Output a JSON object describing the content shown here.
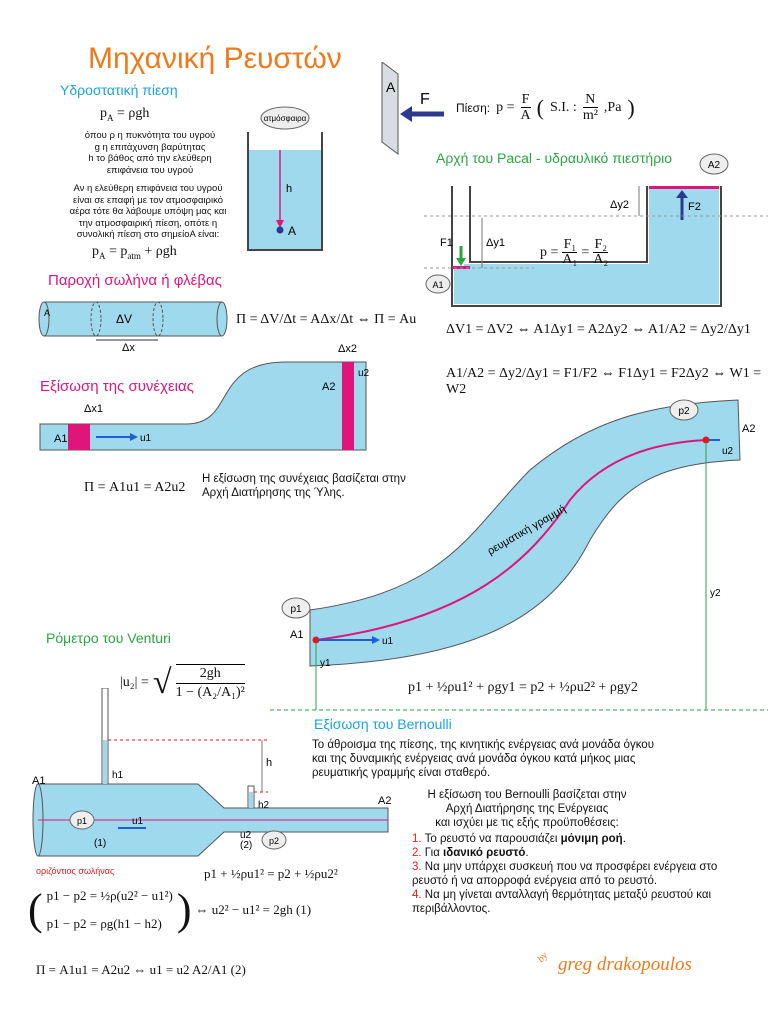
{
  "title": "Μηχανική Ρευστών",
  "hydrostatic": {
    "heading": "Υδροστατική πίεση",
    "formula1": "pA = ρgh",
    "desc1": [
      "όπου ρ η πυκνότητα του υγρού",
      "g η επιτάχυνση βαρύτητας",
      "h το βάθος από την ελεύθερη",
      "επιφάνεια του υγρού"
    ],
    "desc2": [
      "Αν η ελεύθερη επιφάνεια του υγρού",
      "είναι σε επαφή με τον ατμοσφαιρικό",
      "αέρα τότε θα λάβουμε υπόψη μας και",
      "την ατμοσφαιρική πίεση, οπότε η",
      "συνολική πίεση στο σημείοΑ είναι:"
    ],
    "formula2": "pA = patm + ρgh",
    "cloud_label": "ατμόσφαιρα",
    "h_label": "h",
    "point_label": "A"
  },
  "pressure": {
    "plate_label": "A",
    "force_label": "F",
    "formula": "Πίεση: p = F / A   (S.I.: N/m², Pa)"
  },
  "pascal": {
    "heading": "Αρχή του Pacal - υδραυλικό πιεστήριο",
    "labels": {
      "a1": "A1",
      "a2": "A2",
      "f1": "F1",
      "f2": "F2",
      "dy1": "Δy1",
      "dy2": "Δy2"
    },
    "formula_p": "p = F1/A1 = F2/A2",
    "formula_v": "ΔV1 = ΔV2 ⇔ A1Δy1 = A2Δy2 ⇔ A1/A2 = Δy2/Δy1",
    "formula_w": "A1/A2 = Δy2/Δy1 = F1/F2 ⇔ F1Δy1 = F2Δy2 ⇔ W1 = W2"
  },
  "flow": {
    "heading": "Παροχή σωλήνα ή φλέβας",
    "labels": {
      "a": "A",
      "dv": "ΔV",
      "dx": "Δx"
    },
    "formula": "Π = ΔV/Δt = AΔx/Δt ⇔ Π = Au"
  },
  "continuity": {
    "heading": "Εξίσωση της συνέχειας",
    "labels": {
      "dx1": "Δx1",
      "dx2": "Δx2",
      "a1": "A1",
      "a2": "A2",
      "u1": "u1",
      "u2": "u2"
    },
    "formula": "Π = A1u1 = A2u2",
    "note": [
      "Η εξίσωση της συνέχειας βασίζεται στην",
      "Αρχή Διατήρησης της Ύλης."
    ]
  },
  "stream": {
    "streamline_label": "ρευματική γραμμή",
    "labels": {
      "p1": "p1",
      "p2": "p2",
      "a1": "A1",
      "a2": "A2",
      "u1": "u1",
      "u2": "u2",
      "y1": "y1",
      "y2": "y2"
    }
  },
  "venturi": {
    "heading": "Ρόμετρο του Venturi",
    "formula_u2": "|u2| = √( 2gh / (1 − (A2/A1)²) )",
    "labels": {
      "h": "h",
      "h1": "h1",
      "h2": "h2",
      "a1": "A1",
      "a2": "A2",
      "p1": "p1",
      "p2": "p2",
      "u1": "u1",
      "u2": "u2",
      "pt1": "(1)",
      "pt2": "(2)"
    },
    "pipe_label": "οριζόντιος σωλήνας",
    "formula_b": "p1 + ½ρu1² = p2 + ½ρu2²",
    "formula_sys1": "p1 − p2 = ½ρ(u2² − u1²)",
    "formula_sys2": "p1 − p2 = ρg(h1 − h2)",
    "formula_res": "⇔ u2² − u1² = 2gh (1)",
    "formula_cont": "Π = A1u1 = A2u2 ⇔ u1 = u2 A2/A1 (2)"
  },
  "bernoulli": {
    "formula": "p1 + ½ρu1² + ρgy1 = p2 + ½ρu2² + ρgy2",
    "heading": "Εξίσωση του Bernoulli",
    "desc": [
      "Το άθροισμα της πίεσης, της κινητικής ενέργειας ανά μονάδα όγκου",
      "και της δυναμικής ενέργειας ανά μονάδα όγκου κατά μήκος μιας",
      "ρευματικής γραμμής είναι σταθερό."
    ],
    "intro": [
      "Η εξίσωση του Bernoulli βασίζεται στην",
      "Αρχή Διατήρησης της Ενέργειας",
      "και ισχύει με τις εξής προϋποθέσεις:"
    ],
    "conditions": [
      {
        "num": "1.",
        "text": "Το ρευστό να παρουσιάζει ",
        "bold": "μόνιμη ροή",
        "end": "."
      },
      {
        "num": "2.",
        "text": "Για ",
        "bold": "ιδανικό ρευστό",
        "end": "."
      },
      {
        "num": "3.",
        "text": "Να μην υπάρχει συσκευή που να προσφέρει ενέργεια στο ρευστό ή να απορροφά ενέργεια από το ρευστό.",
        "bold": "",
        "end": ""
      },
      {
        "num": "4.",
        "text": "Να μη γίνεται ανταλλαγή θερμότητας μεταξύ ρευστού και περιβάλλοντος.",
        "bold": "",
        "end": ""
      }
    ]
  },
  "signature": {
    "by": "by",
    "name": "greg drakopoulos"
  },
  "colors": {
    "water": "#9fd9ee",
    "accent": "#e0157b",
    "title": "#f07a1a",
    "heading_blue": "#1aa3e0",
    "heading_green": "#2aa640",
    "arrow": "#1e5fd6",
    "navy": "#2b3a8f"
  }
}
